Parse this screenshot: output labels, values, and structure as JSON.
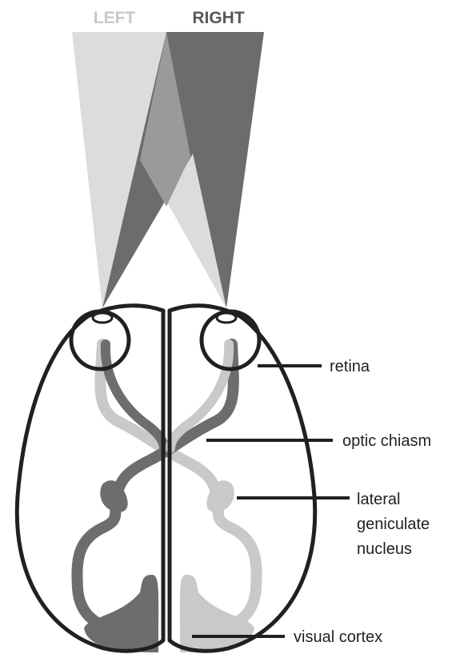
{
  "field_labels": {
    "left": "LEFT",
    "right": "RIGHT"
  },
  "callouts": {
    "retina": "retina",
    "optic_chiasm": "optic chiasm",
    "lgn_line1": "lateral",
    "lgn_line2": "geniculate",
    "lgn_line3": "nucleus",
    "visual_cortex": "visual cortex"
  },
  "colors": {
    "left_field": "#dcdcdd",
    "right_field": "#6c6c6f",
    "overlap_light_over_dark": "#8b8b8e",
    "overlap_dark_over_light": "#9a9a9d",
    "left_label": "#c8c8ca",
    "right_label": "#58585b",
    "outline": "#231f20",
    "left_pathway": "#6d6d70",
    "right_pathway": "#c9c9cb"
  }
}
